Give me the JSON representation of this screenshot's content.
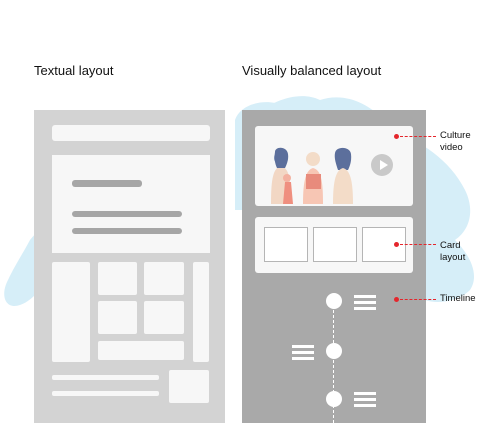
{
  "titles": {
    "left": "Textual layout",
    "right": "Visually balanced layout"
  },
  "callouts": {
    "culture_video": [
      "Culture",
      "video"
    ],
    "card_layout": [
      "Card",
      "layout"
    ],
    "timeline": "Timeline"
  },
  "colors": {
    "left_panel": "#d3d3d3",
    "right_panel": "#a9a9a9",
    "placeholder_block": "#f7f7f7",
    "text_bar": "#a6a6a6",
    "callout_accent": "#e4262c",
    "background_blob": "#cfe9f4"
  },
  "icons": {
    "play": "play-icon",
    "blob": "watercolor-blob"
  }
}
